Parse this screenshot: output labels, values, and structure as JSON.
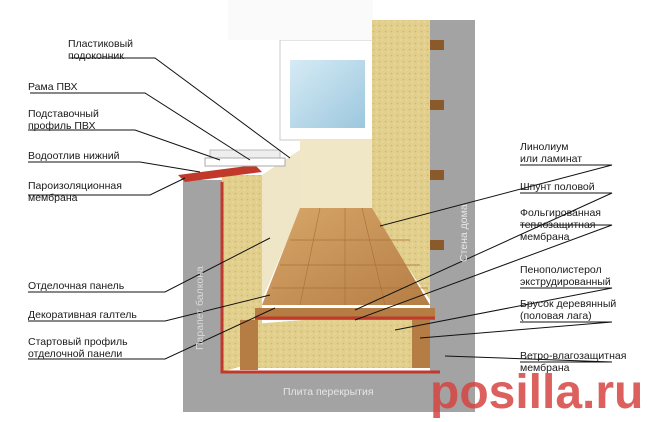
{
  "labels_left": [
    {
      "id": "plastic-sill",
      "text": "Пластиковый\nподоконник"
    },
    {
      "id": "pvc-frame",
      "text": "Рама ПВХ"
    },
    {
      "id": "support-profile",
      "text": "Подставочный\nпрофиль ПВХ"
    },
    {
      "id": "lower-drip",
      "text": "Водоотлив нижний"
    },
    {
      "id": "vapor-membrane",
      "text": "Пароизоляционная\nмембрана"
    },
    {
      "id": "finish-panel",
      "text": "Отделочная панель"
    },
    {
      "id": "decor-fillet",
      "text": "Декоративная галтель"
    },
    {
      "id": "start-profile",
      "text": "Стартовый профиль\nотделочной панели"
    }
  ],
  "labels_right": [
    {
      "id": "linoleum",
      "text": "Линолиум\nили ламинат"
    },
    {
      "id": "floor-batten",
      "text": "Шпунт половой"
    },
    {
      "id": "foil-insulation",
      "text": "Фольгированная\nтеплозащитная\nмембрана"
    },
    {
      "id": "polystyrene",
      "text": "Пенополистерол\nэкструдированный"
    },
    {
      "id": "wood-bar",
      "text": "Брусок деревянный\n(половая лага)"
    },
    {
      "id": "wind-membrane",
      "text": "Ветро-влагозащитная\nмембрана"
    }
  ],
  "structure_labels": {
    "parapet": "Парапет балкона",
    "house_wall": "Стена дома",
    "slab": "Плита перекрытия"
  },
  "watermark": "posilla.ru",
  "colors": {
    "concrete": "#a3a3a3",
    "foam": "#e3cf8c",
    "wood": "#c9945a",
    "red_membrane": "#c0392b",
    "window": "#b8d8ea",
    "leader": "#111111",
    "watermark": "#d64541"
  }
}
